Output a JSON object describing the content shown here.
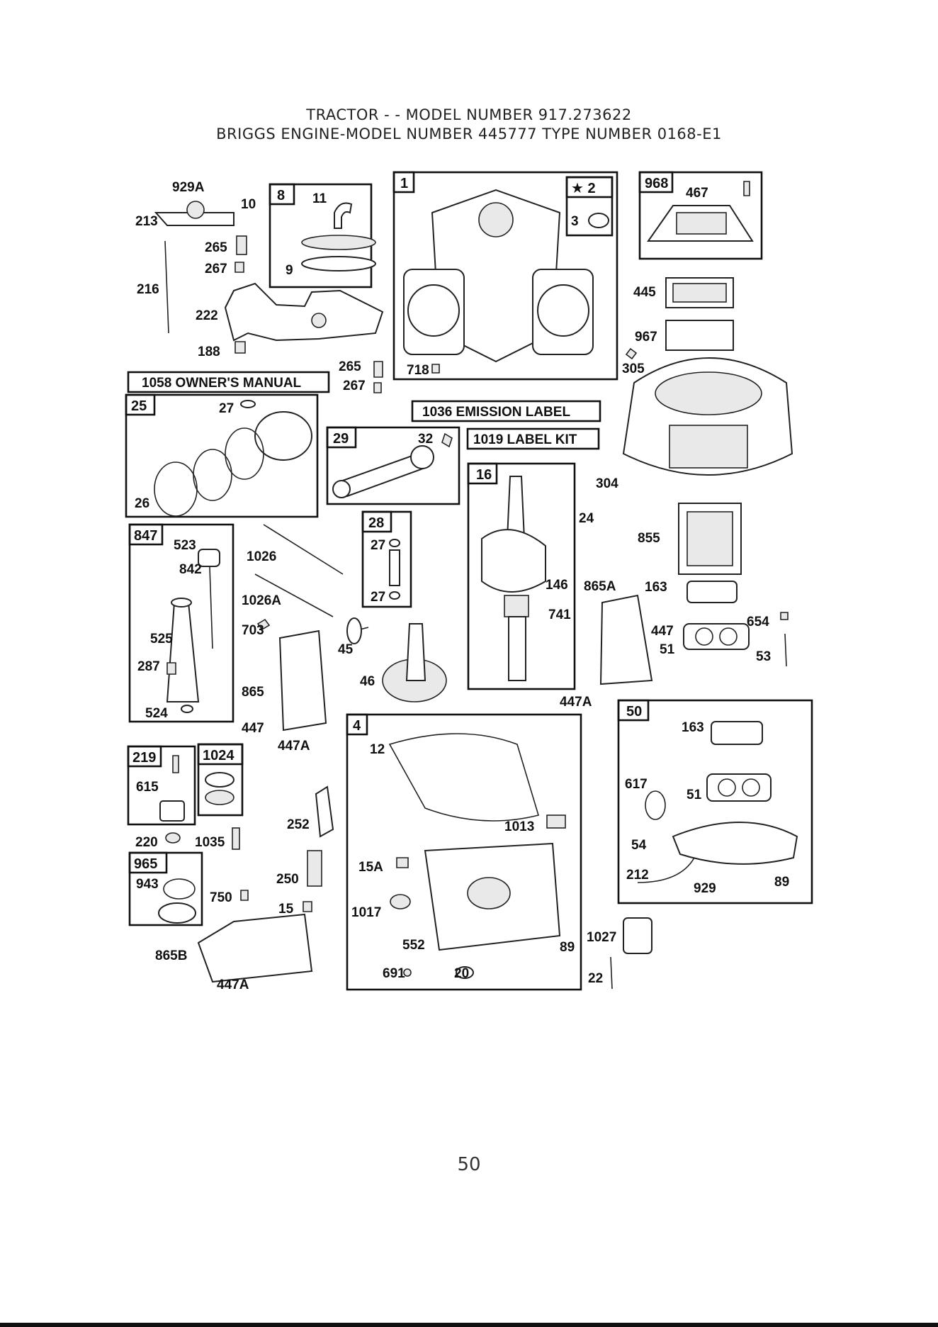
{
  "header": {
    "line1": "TRACTOR - - MODEL NUMBER 917.273622",
    "line2": "BRIGGS ENGINE-MODEL NUMBER 445777 TYPE NUMBER 0168-E1"
  },
  "boxes": {
    "b8": "8",
    "b1": "1",
    "b2": "★ 2",
    "b968": "968",
    "b25": "25",
    "b29": "29",
    "b16": "16",
    "b28": "28",
    "b847": "847",
    "b4": "4",
    "b50": "50",
    "b219": "219",
    "b1024": "1024",
    "b965": "965"
  },
  "banners": {
    "owners_manual": "1058 OWNER'S MANUAL",
    "emission_label": "1036 EMISSION LABEL",
    "label_kit": "1019 LABEL KIT"
  },
  "labels": {
    "p929A": "929A",
    "p10": "10",
    "p213": "213",
    "p265a": "265",
    "p267a": "267",
    "p216": "216",
    "p222": "222",
    "p188": "188",
    "p11": "11",
    "p9": "9",
    "p265b": "265",
    "p267b": "267",
    "p3": "3",
    "p718": "718",
    "p467": "467",
    "p445": "445",
    "p967": "967",
    "p305": "305",
    "p27a": "27",
    "p26": "26",
    "p32": "32",
    "p304": "304",
    "p24": "24",
    "p855": "855",
    "p27b": "27",
    "p27c": "27",
    "p523": "523",
    "p842": "842",
    "p1026": "1026",
    "p1026A": "1026A",
    "p703": "703",
    "p525": "525",
    "p287": "287",
    "p524": "524",
    "p45": "45",
    "p46": "46",
    "p865": "865",
    "p447a": "447",
    "p447A1": "447A",
    "p146": "146",
    "p741": "741",
    "p865A": "865A",
    "p163a": "163",
    "p447b": "447",
    "p51a": "51",
    "p654": "654",
    "p53": "53",
    "p447A2": "447A",
    "p163b": "163",
    "p617": "617",
    "p51b": "51",
    "p54": "54",
    "p212": "212",
    "p929": "929",
    "p89a": "89",
    "p12": "12",
    "p1013": "1013",
    "p15A": "15A",
    "p1017": "1017",
    "p552": "552",
    "p89b": "89",
    "p691": "691",
    "p20": "20",
    "p1027": "1027",
    "p22": "22",
    "p615": "615",
    "p220": "220",
    "p1035": "1035",
    "p252": "252",
    "p250": "250",
    "p943": "943",
    "p750": "750",
    "p15": "15",
    "p865B": "865B",
    "p447A3": "447A"
  },
  "footer": {
    "page_number": "50"
  }
}
